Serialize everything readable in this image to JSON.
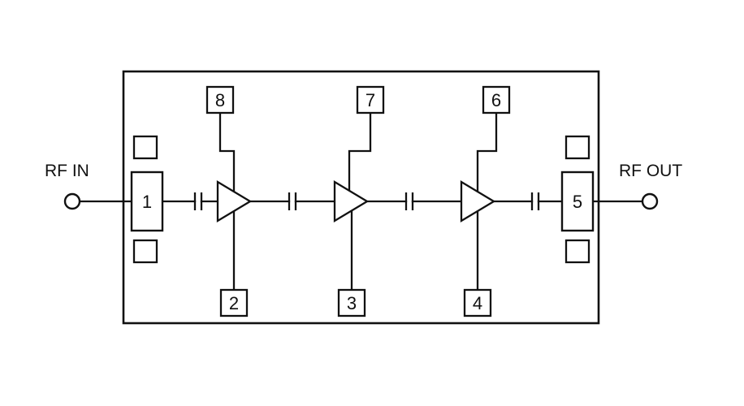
{
  "diagram": {
    "kind": "rf-amplifier-schematic",
    "labels": {
      "input": "RF IN",
      "output": "RF OUT"
    },
    "pins": [
      "1",
      "2",
      "3",
      "4",
      "5",
      "6",
      "7",
      "8"
    ],
    "amplifier_stages": 3,
    "coupling_capacitors": 4,
    "colors": {
      "line": "#111111",
      "background": "#ffffff"
    }
  }
}
